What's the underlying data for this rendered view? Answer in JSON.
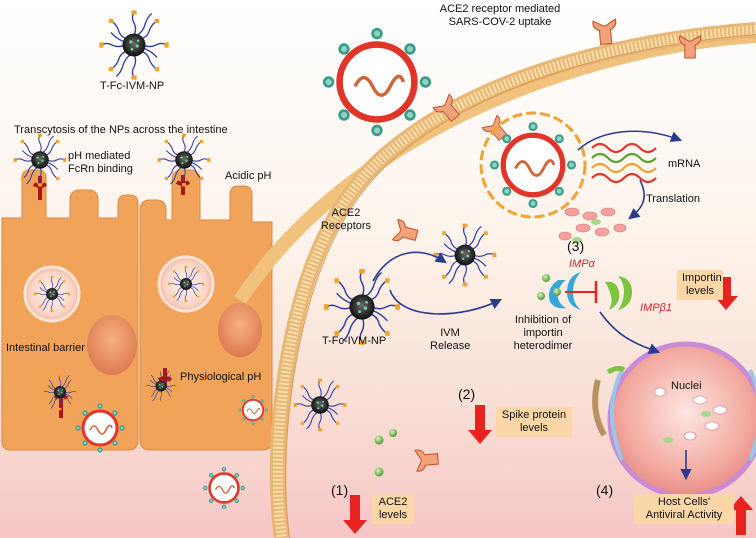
{
  "top_left": {
    "np_label": "T-Fc-IVM-NP",
    "transcytosis": "Transcytosis of the NPs across the intestine",
    "ph_binding_l1": "pH mediated",
    "ph_binding_l2": "FcRn binding",
    "acidic": "Acidic pH",
    "barrier": "Intestinal barrier",
    "physiological": "Physiological pH"
  },
  "right": {
    "uptake_l1": "ACE2 receptor mediated",
    "uptake_l2": "SARS-COV-2 uptake",
    "mrna": "mRNA",
    "translation": "Translation",
    "ace2_l1": "ACE2",
    "ace2_l2": "Receptors",
    "np_label": "T-Fc-IVM-NP",
    "ivm_l1": "IVM",
    "ivm_l2": "Release",
    "inhib_l1": "Inhibition of",
    "inhib_l2": "importin",
    "inhib_l3": "heterodimer",
    "imp_alpha": "IMPα",
    "imp_beta": "IMPβ1",
    "nuclei": "Nuclei"
  },
  "steps": {
    "s1_num": "(1)",
    "s1_l1": "ACE2",
    "s1_l2": "levels",
    "s2_num": "(2)",
    "s2_l1": "Spike protein",
    "s2_l2": "levels",
    "s3_num": "(3)",
    "s3_l1": "Importin",
    "s3_l2": "levels",
    "s4_num": "(4)",
    "s4_l1": "Host Cells'",
    "s4_l2": "Antiviral Activity"
  },
  "colors": {
    "cell": "#f2a35a",
    "membrane": "#f1c27d",
    "virus_ring": "#e0352b",
    "np_core": "#2a2a2a",
    "np_arm": "#2f3fa3",
    "arrow_blue": "#2a3b8f",
    "arrow_red": "#e8231f"
  }
}
